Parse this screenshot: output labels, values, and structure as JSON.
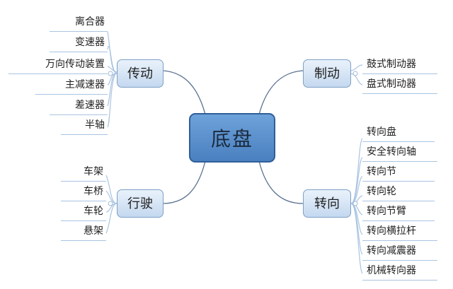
{
  "root": {
    "label": "底盘"
  },
  "topics": {
    "transmission": {
      "label": "传动",
      "items": [
        "离合器",
        "变速器",
        "万向传动装置",
        "主减速器",
        "差速器",
        "半轴"
      ]
    },
    "driving": {
      "label": "行驶",
      "items": [
        "车架",
        "车桥",
        "车轮",
        "悬架"
      ]
    },
    "braking": {
      "label": "制动",
      "items": [
        "鼓式制动器",
        "盘式制动器"
      ]
    },
    "steering": {
      "label": "转向",
      "items": [
        "转向盘",
        "安全转向轴",
        "转向节",
        "转向轮",
        "转向节臂",
        "转向横拉杆",
        "转向减震器",
        "机械转向器"
      ]
    }
  },
  "colors": {
    "root_fill": "#5a8fcc",
    "topic_fill": "#d6e5f5",
    "line": "#5b7290",
    "leaf_line": "#a9c4e1"
  }
}
